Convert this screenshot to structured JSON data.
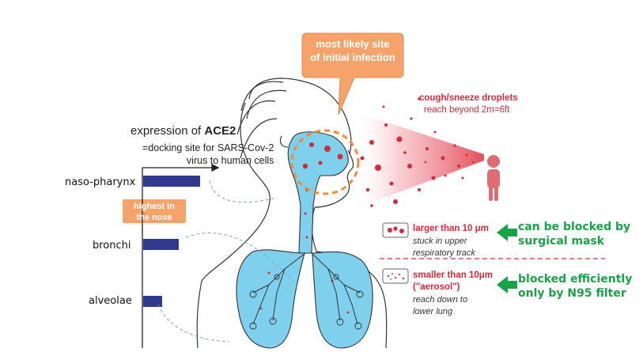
{
  "callout": {
    "line1": "most likely site",
    "line2": "of initial infection"
  },
  "droplets": {
    "title": "cough/sneeze droplets",
    "subtitle": "reach beyond 2m=6ft"
  },
  "ace2": {
    "title_prefix": "expression of ",
    "title_bold": "ACE2",
    "subtitle_line1": "=docking site for SARS-Cov-2",
    "subtitle_line2": "virus to human cells",
    "highest_line1": "highest in",
    "highest_line2": "the nose",
    "bars": [
      {
        "label": "naso-pharynx",
        "value": 1.0
      },
      {
        "label": "bronchi",
        "value": 0.63
      },
      {
        "label": "alveolae",
        "value": 0.33
      }
    ]
  },
  "large_particles": {
    "title_line1": "larger than 10 μm",
    "note_line1": "stuck in upper",
    "note_line2": "respiratory track"
  },
  "small_particles": {
    "title_line1": "smaller than 10μm",
    "title_line2": "(\"aerosol\")",
    "note_line1": "reach down to",
    "note_line2": "lower lung"
  },
  "mask": {
    "line1": "can be blocked by",
    "line2": "surgical mask"
  },
  "n95": {
    "line1": "blocked efficiently",
    "line2": "only by N95 filter"
  },
  "colors": {
    "red": "#d42a3a",
    "green": "#19a347",
    "orange": "#f5a36a",
    "lung_blue": "#7fd0ec",
    "bar_blue": "#2f3a8f"
  }
}
